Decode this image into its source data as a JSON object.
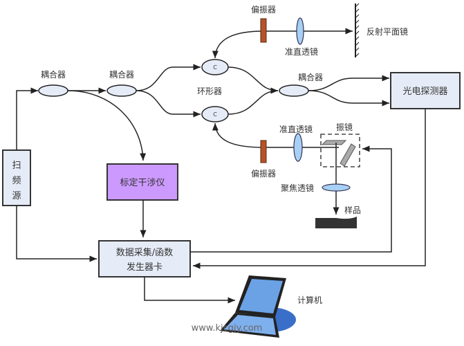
{
  "diagram": {
    "components": {
      "sweep_source": "扫频源",
      "coupler_1": "耦合器",
      "coupler_2": "耦合器",
      "coupler_3": "耦合器",
      "circulator": "环形器",
      "circulator_symbol": "C",
      "polarizer_top": "偏振器",
      "polarizer_bottom": "偏振器",
      "collimating_lens_top": "准直透镜",
      "collimating_lens_bottom": "准直透镜",
      "reflective_mirror": "反射平面镜",
      "photodetector": "光电探测器",
      "galvo_mirror": "振镜",
      "focusing_lens": "聚焦透镜",
      "sample": "样品",
      "calibration_interferometer": "标定干涉仪",
      "daq_line1": "数据采集/函数",
      "daq_line2": "发生器卡",
      "computer": "计算机"
    },
    "watermark": "www.kjcgjy.com",
    "colors": {
      "box_fill": "#e6ecf7",
      "interferometer_fill": "#cc99ff",
      "lens_fill": "#a8d0f5",
      "polarizer_fill": "#b5532a",
      "line": "#222222"
    }
  }
}
